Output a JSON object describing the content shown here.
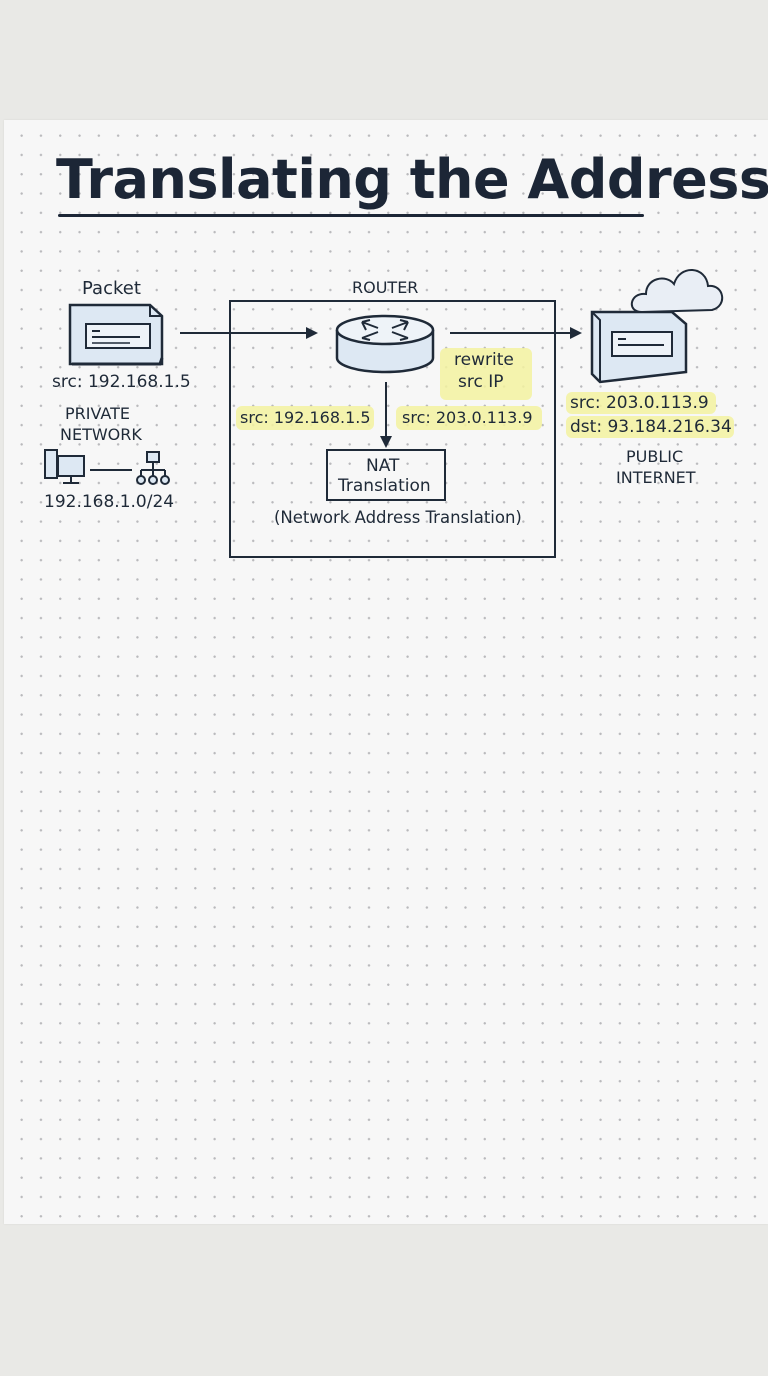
{
  "title": "Translating the Address",
  "packet_label": "Packet",
  "packet_src": "src: 192.168.1.5",
  "private_network": {
    "line1": "PRIVATE",
    "line2": "NETWORK",
    "subnet": "192.168.1.0/24"
  },
  "router": {
    "label": "ROUTER",
    "rewrite_line1": "rewrite",
    "rewrite_line2": "src IP",
    "src_before": "src: 192.168.1.5",
    "src_after": "src: 203.0.113.9",
    "nat_line1": "NAT",
    "nat_line2": "Translation",
    "nat_caption": "(Network Address Translation)"
  },
  "public_internet": {
    "line1": "PUBLIC",
    "line2": "INTERNET",
    "src": "src: 203.0.113.9",
    "dst": "dst: 93.184.216.34"
  },
  "colors": {
    "ink": "#1f2a38",
    "highlight": "#f3f2a0",
    "device_fill": "#dde8f3"
  }
}
